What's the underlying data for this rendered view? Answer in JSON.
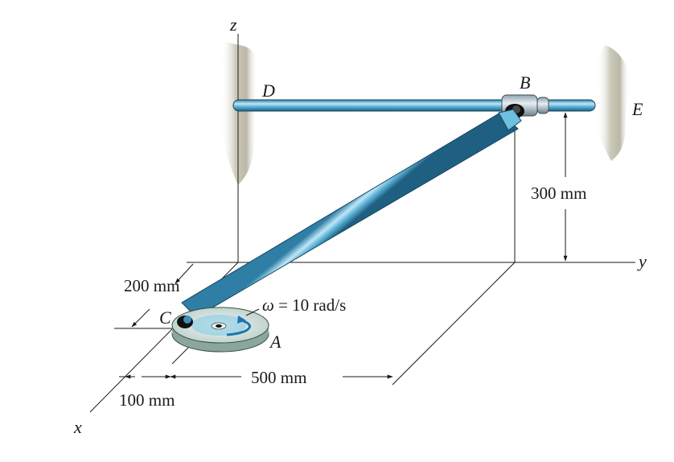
{
  "axes": {
    "x": "x",
    "y": "y",
    "z": "z"
  },
  "points": {
    "A": "A",
    "B": "B",
    "C": "C",
    "D": "D",
    "E": "E"
  },
  "dimensions": {
    "d200": "200 mm",
    "d100": "100 mm",
    "d500": "500 mm",
    "d300": "300 mm"
  },
  "omega": {
    "symbol": "ω",
    "text": " = 10 rad/s"
  }
}
